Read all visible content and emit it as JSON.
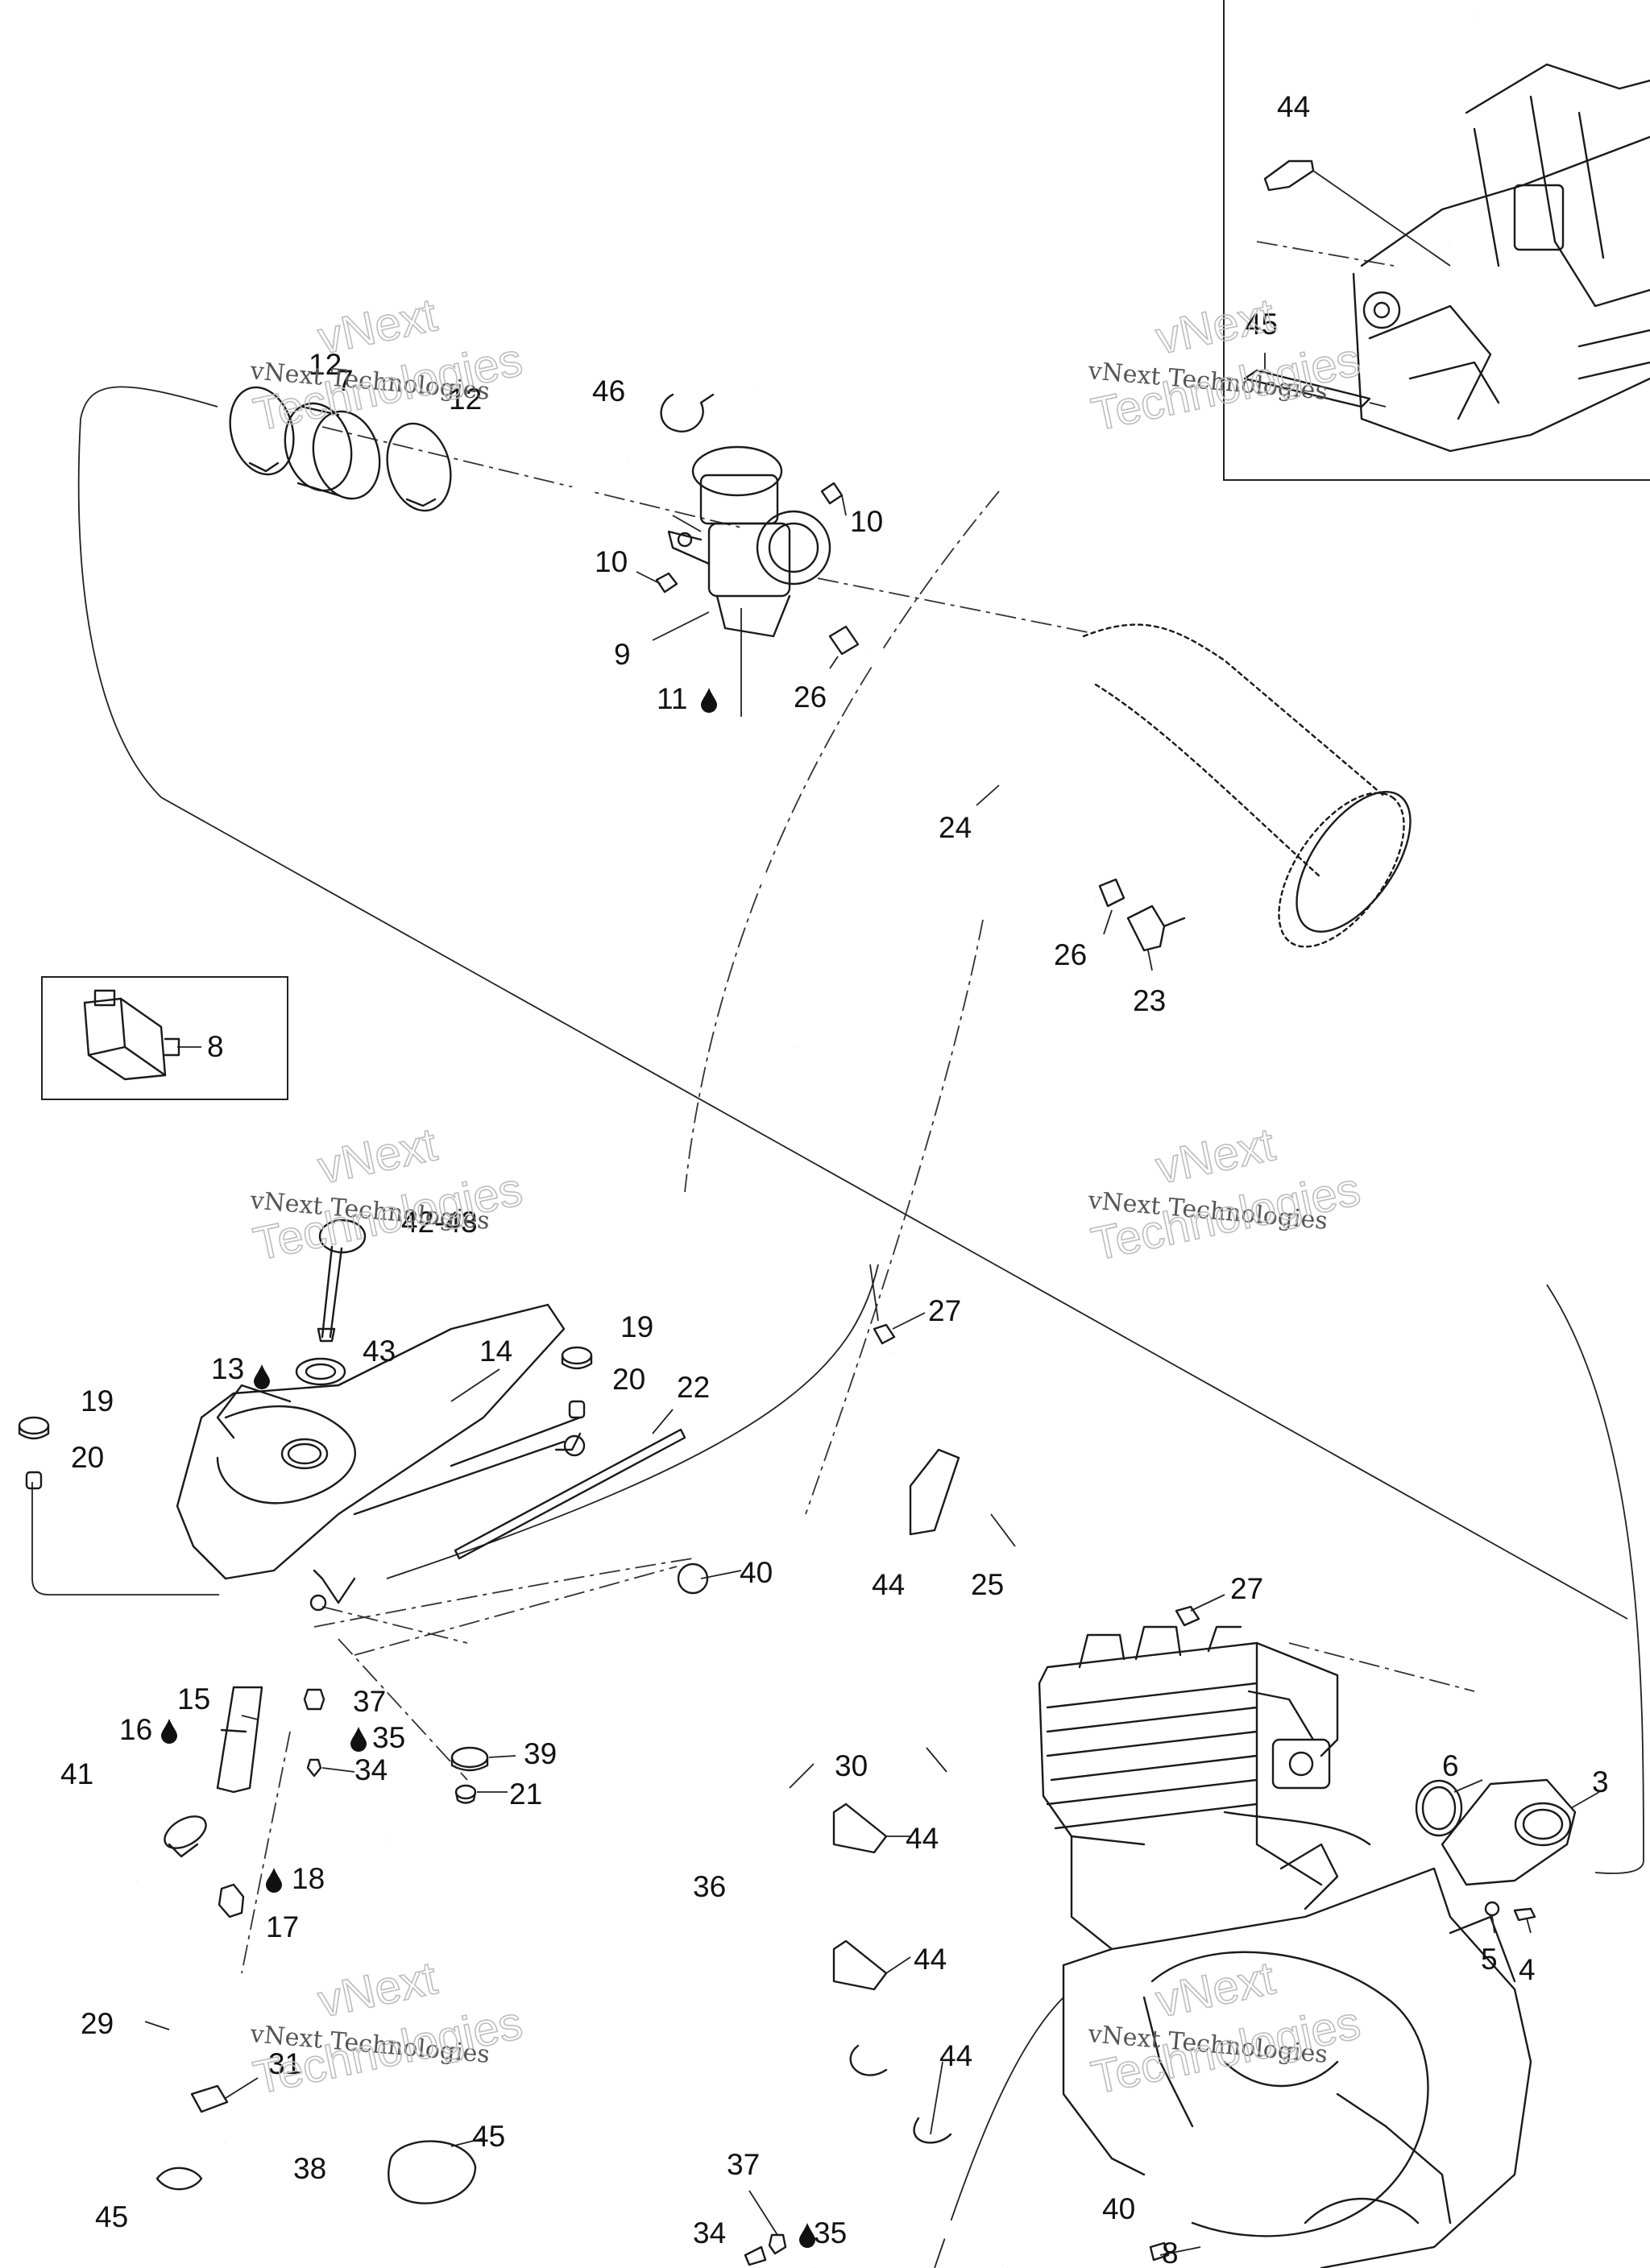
{
  "callouts": [
    {
      "id": "44",
      "text": "44"
    },
    {
      "id": "45",
      "text": "45"
    },
    {
      "id": "12",
      "text": "12"
    },
    {
      "id": "7",
      "text": "7"
    },
    {
      "id": "12b",
      "text": "12"
    },
    {
      "id": "46",
      "text": "46"
    },
    {
      "id": "10a",
      "text": "10"
    },
    {
      "id": "10b",
      "text": "10"
    },
    {
      "id": "9",
      "text": "9"
    },
    {
      "id": "26a",
      "text": "26"
    },
    {
      "id": "11",
      "text": "11"
    },
    {
      "id": "24",
      "text": "24"
    },
    {
      "id": "26b",
      "text": "26"
    },
    {
      "id": "23",
      "text": "23"
    },
    {
      "id": "8",
      "text": "8"
    },
    {
      "id": "42-43",
      "text": "42-43"
    },
    {
      "id": "19a",
      "text": "19"
    },
    {
      "id": "20a",
      "text": "20"
    },
    {
      "id": "13",
      "text": "13"
    },
    {
      "id": "43",
      "text": "43"
    },
    {
      "id": "14",
      "text": "14"
    },
    {
      "id": "19b",
      "text": "19"
    },
    {
      "id": "20b",
      "text": "20"
    },
    {
      "id": "22",
      "text": "22"
    },
    {
      "id": "27a",
      "text": "27"
    },
    {
      "id": "44b",
      "text": "44"
    },
    {
      "id": "25",
      "text": "25"
    },
    {
      "id": "27b",
      "text": "27"
    },
    {
      "id": "40a",
      "text": "40"
    },
    {
      "id": "15",
      "text": "15"
    },
    {
      "id": "16",
      "text": "16"
    },
    {
      "id": "41",
      "text": "41"
    },
    {
      "id": "37a",
      "text": "37"
    },
    {
      "id": "35a",
      "text": "35"
    },
    {
      "id": "34a",
      "text": "34"
    },
    {
      "id": "39",
      "text": "39"
    },
    {
      "id": "21",
      "text": "21"
    },
    {
      "id": "30",
      "text": "30"
    },
    {
      "id": "6",
      "text": "6"
    },
    {
      "id": "3",
      "text": "3"
    },
    {
      "id": "18",
      "text": "18"
    },
    {
      "id": "17",
      "text": "17"
    },
    {
      "id": "44c",
      "text": "44"
    },
    {
      "id": "36",
      "text": "36"
    },
    {
      "id": "44d",
      "text": "44"
    },
    {
      "id": "5",
      "text": "5"
    },
    {
      "id": "4",
      "text": "4"
    },
    {
      "id": "29",
      "text": "29"
    },
    {
      "id": "31",
      "text": "31"
    },
    {
      "id": "44e",
      "text": "44"
    },
    {
      "id": "45b",
      "text": "45"
    },
    {
      "id": "38",
      "text": "38"
    },
    {
      "id": "37b",
      "text": "37"
    },
    {
      "id": "45c",
      "text": "45"
    },
    {
      "id": "34b",
      "text": "34"
    },
    {
      "id": "35b",
      "text": "35"
    },
    {
      "id": "40b",
      "text": "40"
    },
    {
      "id": "8b",
      "text": "8"
    }
  ],
  "watermark": {
    "line1": "vNext",
    "line2": "vNext Technologies",
    "line3": "Technologies"
  },
  "colors": {
    "ink": "#1a1a1a",
    "watermark": "#bdbdbd"
  }
}
